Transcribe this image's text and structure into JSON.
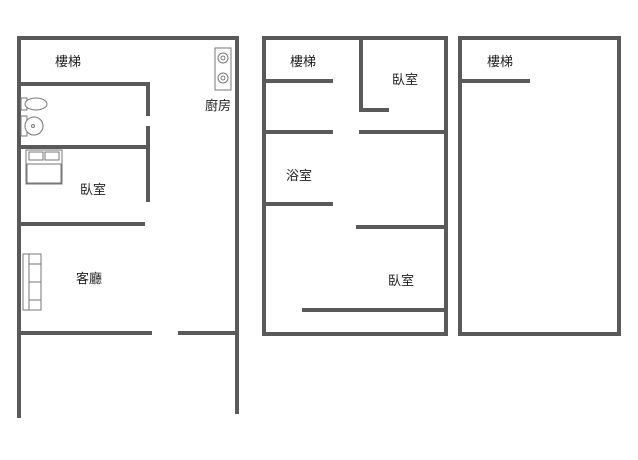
{
  "floor1": {
    "stairs": "樓梯",
    "kitchen": "廚房",
    "bedroom": "臥室",
    "living_room": "客廳"
  },
  "floor2": {
    "stairs": "樓梯",
    "bedroom_top": "臥室",
    "bathroom": "浴室",
    "bedroom_bottom": "臥室"
  },
  "floor3": {
    "stairs": "樓梯"
  },
  "icons": [
    "stove-icon",
    "sink-icon",
    "toilet-icon",
    "bed-icon",
    "sofa-icon"
  ]
}
